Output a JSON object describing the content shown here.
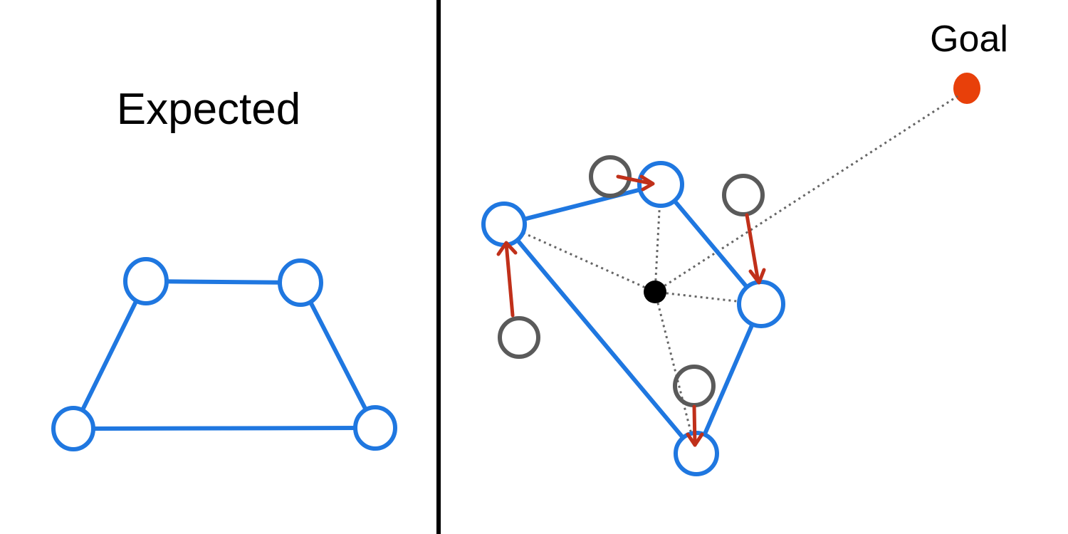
{
  "left_panel": {
    "title": "Expected"
  },
  "right_panel": {
    "goal_label": "Goal"
  },
  "colors": {
    "background": "#ffffff",
    "divider": "#000000",
    "node_stroke": "#1f77e0",
    "edge": "#1f77e0",
    "previous_node_stroke": "#5a5a5a",
    "displacement_arrow": "#c0301a",
    "goal_dot": "#e8400a",
    "centroid_dot": "#000000",
    "guide_line": "#666666"
  },
  "icons": {
    "node": "circle-outline",
    "centroid": "filled-circle",
    "goal": "filled-ellipse"
  }
}
